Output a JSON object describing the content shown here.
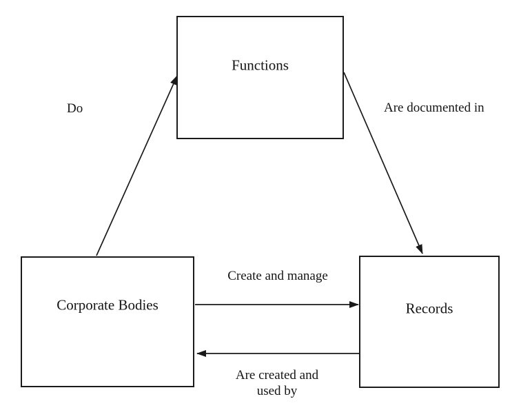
{
  "diagram": {
    "background_color": "#ffffff",
    "ink_color": "#1a1a1a",
    "nodes": [
      {
        "id": "functions",
        "label": "Functions"
      },
      {
        "id": "corporate_bodies",
        "label": "Corporate Bodies"
      },
      {
        "id": "records",
        "label": "Records"
      }
    ],
    "edges": [
      {
        "from": "corporate_bodies",
        "to": "functions",
        "label": "Do"
      },
      {
        "from": "functions",
        "to": "records",
        "label": "Are documented in"
      },
      {
        "from": "corporate_bodies",
        "to": "records",
        "label": "Create and manage"
      },
      {
        "from": "records",
        "to": "corporate_bodies",
        "label": "Are created and\nused by"
      }
    ]
  }
}
